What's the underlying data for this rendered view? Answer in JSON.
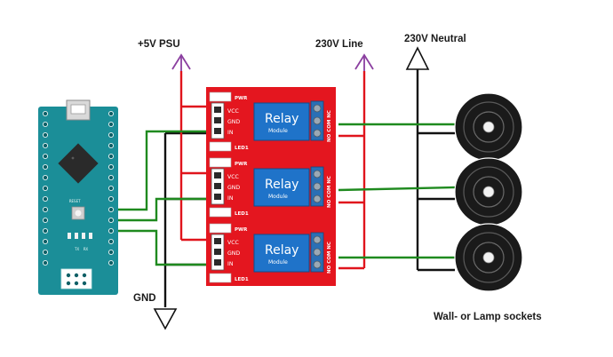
{
  "labels": {
    "psu": "+5V PSU",
    "line": "230V Line",
    "neutral": "230V Neutral",
    "gnd": "GND",
    "sockets": "Wall- or Lamp sockets"
  },
  "relay": {
    "pwr": "PWR",
    "led": "LED1",
    "vcc": "VCC",
    "gnd": "GND",
    "in": "IN",
    "title": "Relay",
    "subtitle": "Module",
    "nc": "NC",
    "com": "COM",
    "no": "NO"
  },
  "nano": {
    "reset": "RESET",
    "tx": "TX",
    "rx": "RX"
  },
  "relays": [
    {
      "id": "relay-1"
    },
    {
      "id": "relay-2"
    },
    {
      "id": "relay-3"
    }
  ],
  "sockets": [
    {
      "id": "socket-1"
    },
    {
      "id": "socket-2"
    },
    {
      "id": "socket-3"
    }
  ],
  "colors": {
    "background": "#ffffff",
    "board_red": "#e4161f",
    "board_red_dark": "#b30f16",
    "relay_blue": "#1f73c9",
    "nano_teal": "#1b8e98",
    "wire_red": "#e0141c",
    "wire_green": "#1f8a1f",
    "wire_black": "#111111",
    "wire_gray": "#9a9a9a",
    "arrow_purple": "#8b3fa0",
    "terminal_blue": "#2a6fb5"
  }
}
